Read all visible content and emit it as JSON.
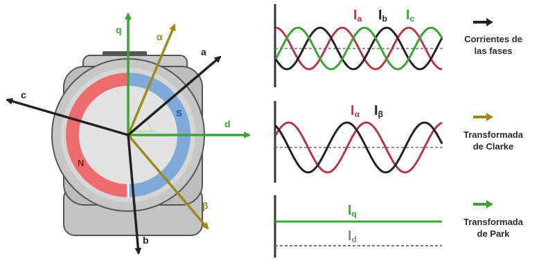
{
  "colors": {
    "red": "#b23a48",
    "black": "#222222",
    "green": "#3aa535",
    "olive": "#9a8a1a",
    "rotor_red": "#ee6b6e",
    "rotor_blue": "#7fa9d9",
    "motor_body": "#bdbdbd",
    "motor_dark": "#555555",
    "dashed": "#777777",
    "light_green": "#b8e0a8"
  },
  "motor": {
    "pole_n": "N",
    "pole_s": "S"
  },
  "axes": {
    "q": "q",
    "alpha": "α",
    "a": "a",
    "c": "c",
    "d": "d",
    "b": "b",
    "beta": "β"
  },
  "panels": {
    "phases": {
      "labels": [
        {
          "main": "I",
          "sub": "a",
          "color": "red"
        },
        {
          "main": "I",
          "sub": "b",
          "color": "black"
        },
        {
          "main": "I",
          "sub": "c",
          "color": "green"
        }
      ]
    },
    "clarke": {
      "labels": [
        {
          "main": "I",
          "sub": "α",
          "color": "red"
        },
        {
          "main": "I",
          "sub": "β",
          "color": "black"
        }
      ]
    },
    "park": {
      "labels": [
        {
          "main": "I",
          "sub": "q",
          "color": "green"
        },
        {
          "main": "I",
          "sub": "d",
          "color": "dashed"
        }
      ]
    }
  },
  "legend": {
    "phases": {
      "line1": "Corrientes de",
      "line2": "las fases",
      "arrow_color": "black"
    },
    "clarke": {
      "line1": "Transformada",
      "line2": "de Clarke",
      "arrow_color": "olive"
    },
    "park": {
      "line1": "Transformada",
      "line2": "de Park",
      "arrow_color": "green"
    }
  }
}
